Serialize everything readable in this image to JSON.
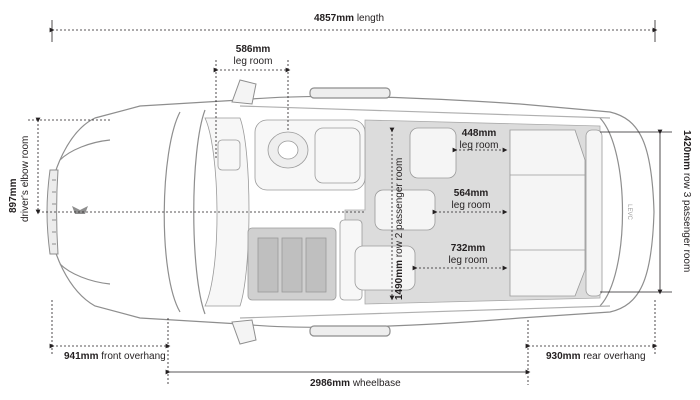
{
  "dimensions": {
    "length": {
      "value": "4857mm",
      "label": "length"
    },
    "front_leg_room": {
      "value": "586mm",
      "label": "leg room"
    },
    "drivers_elbow_room": {
      "value": "897mm",
      "label": "driver's elbow room"
    },
    "row3_leg_room": {
      "value": "448mm",
      "label": "leg room"
    },
    "row2_leg_room": {
      "value": "564mm",
      "label": "leg room"
    },
    "row2_leg_room_b": {
      "value": "732mm",
      "label": "leg room"
    },
    "row2_passenger_room": {
      "value": "1490mm",
      "label": "row 2 passenger room"
    },
    "row3_passenger_room": {
      "value": "1420mm",
      "label": "row 3 passenger room"
    },
    "front_overhang": {
      "value": "941mm",
      "label": "front overhang"
    },
    "rear_overhang": {
      "value": "930mm",
      "label": "rear overhang"
    },
    "wheelbase": {
      "value": "2986mm",
      "label": "wheelbase"
    }
  },
  "vehicle": {
    "badge": "LEVC"
  },
  "colors": {
    "line": "#231f20",
    "outline": "#9a9a9a",
    "floor": "#dcdcdc",
    "seat": "#f4f4f4"
  }
}
